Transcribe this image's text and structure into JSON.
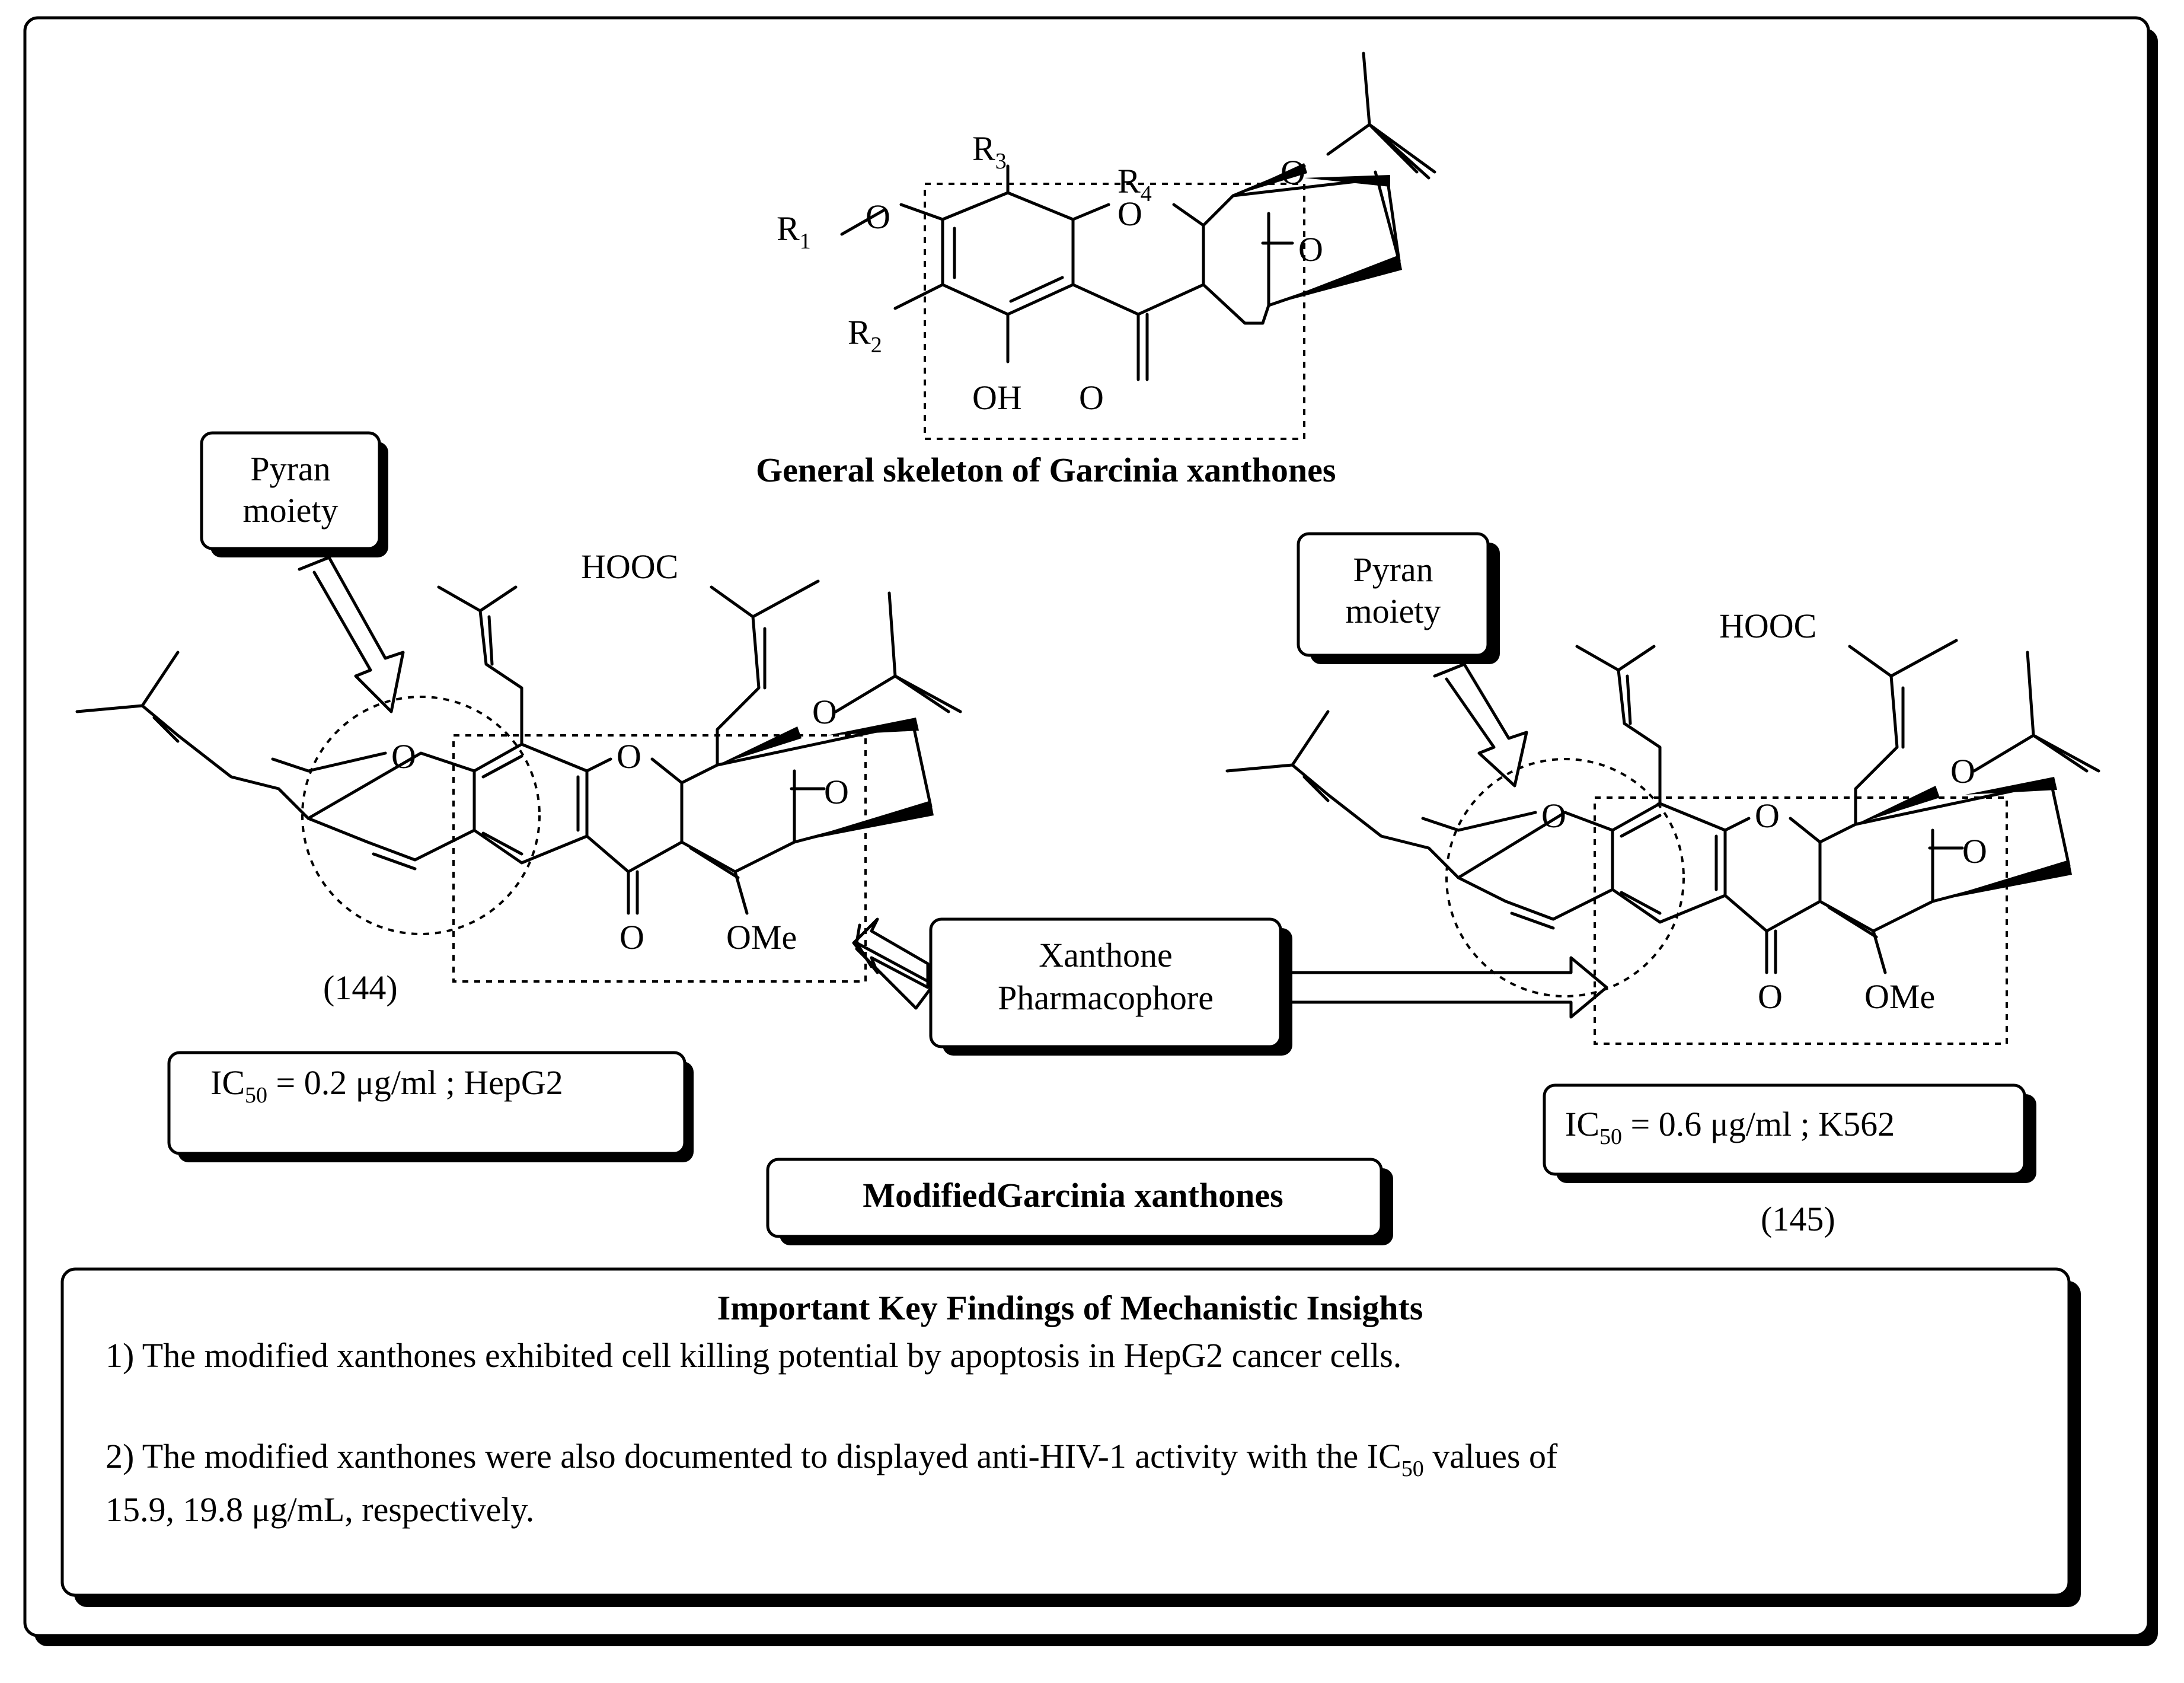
{
  "general": {
    "caption": "General skeleton of Garcinia xanthones",
    "atoms": {
      "o_ring": "O",
      "o_ether": "O",
      "o_carbonyl": "O",
      "o_bridge": "O",
      "o_bridge2": "O",
      "oh": "OH",
      "r1": "R",
      "r1_sub": "1",
      "r2": "R",
      "r2_sub": "2",
      "r3": "R",
      "r3_sub": "3",
      "r4": "R",
      "r4_sub": "4"
    }
  },
  "compound144": {
    "label": "(144)",
    "ic50_prefix": "IC",
    "ic50_sub": "50",
    "ic50_rest": " = 0.2 μg/ml ; HepG2",
    "atoms": {
      "hooc": "HOOC",
      "o_pyran": "O",
      "o_xan": "O",
      "o_bridge": "O",
      "o_keto": "O",
      "o_carbonyl": "O",
      "ome": "OMe"
    }
  },
  "compound145": {
    "label": "(145)",
    "ic50_prefix": "IC",
    "ic50_sub": "50",
    "ic50_rest": " = 0.6 μg/ml ; K562",
    "atoms": {
      "hooc": "HOOC",
      "o_pyran": "O",
      "o_xan": "O",
      "o_bridge": "O",
      "o_keto": "O",
      "o_carbonyl": "O",
      "ome": "OMe"
    }
  },
  "callouts": {
    "pyran_left": [
      "Pyran",
      "moiety"
    ],
    "pyran_right": [
      "Pyran",
      "moiety"
    ],
    "pharmacophore": [
      "Xanthone",
      "Pharmacophore"
    ],
    "modified_title": "ModifiedGarcinia xanthones"
  },
  "findings": {
    "title": "Important Key Findings of Mechanistic Insights",
    "item1": "1) The modified xanthones exhibited cell killing potential by apoptosis in HepG2 cancer cells.",
    "item2_a": " 2) The modified xanthones were also documented to displayed anti-HIV-1 activity with the IC",
    "item2_sub": "50",
    "item2_b": " values of",
    "item2_line2": "15.9, 19.8 μg/mL, respectively."
  }
}
